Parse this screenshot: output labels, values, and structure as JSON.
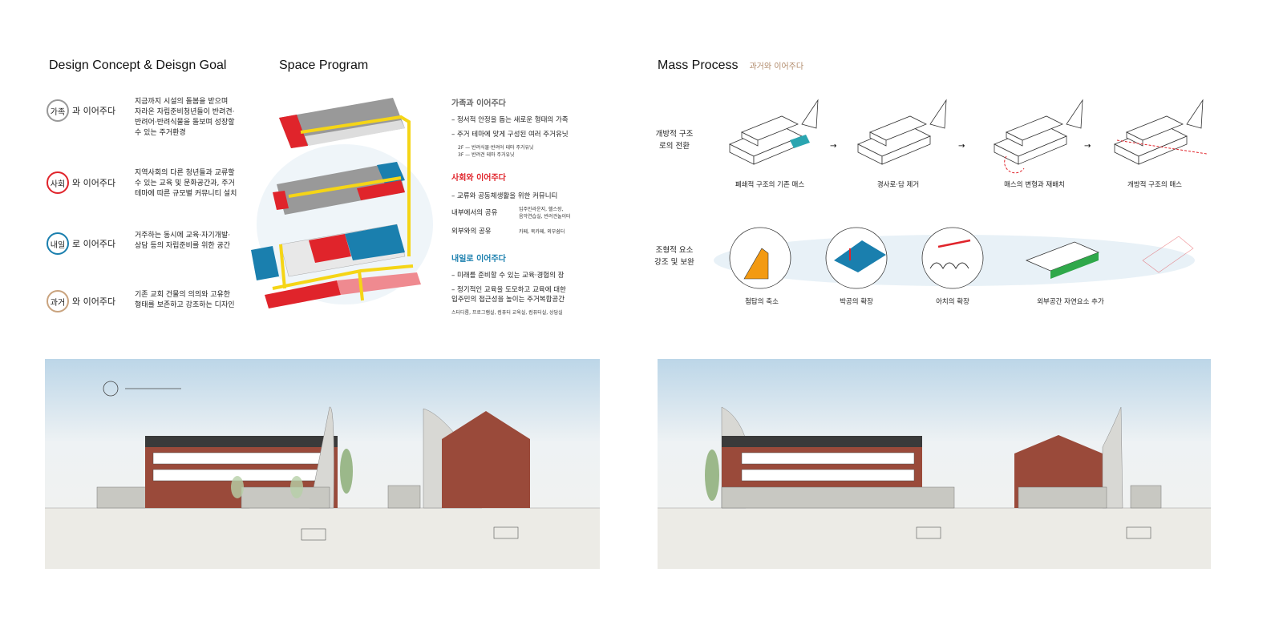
{
  "design_concept": {
    "title": "Design Concept & Deisgn Goal",
    "items": [
      {
        "tag": "가족",
        "suffix": "과 이어주다",
        "color": "#999999",
        "lines": [
          "지금까지  시설의  돌봄을  받으며",
          "자라온 자립준비청년들이 반려견·",
          "반려어·반려식물을 돌보며 성장할",
          "수 있는 주거환경"
        ]
      },
      {
        "tag": "사회",
        "suffix": "와 이어주다",
        "color": "#e0242b",
        "lines": [
          "지역사회의 다른 청년들과 교류할",
          "수 있는 교육 및 문화공간과, 주거",
          "테마에 따른 규모별 커뮤니티 설치"
        ]
      },
      {
        "tag": "내일",
        "suffix": "로 이어주다",
        "color": "#1a7fae",
        "lines": [
          "거주하는  동시에  교육·자기개발·",
          "상담 등의 자립준비를 위한 공간"
        ]
      },
      {
        "tag": "과거",
        "suffix": "와 이어주다",
        "color": "#c9a37e",
        "lines": [
          "기존  교회  건물의  의의와  고유한",
          "형태를 보존하고 강조하는 디자인"
        ]
      }
    ]
  },
  "space_program": {
    "title": "Space Program",
    "family": {
      "head": "가족과 이어주다",
      "lines": [
        "– 정서적 안정을 돕는 새로운 형태의 가족",
        "– 주거 테마에 맞게 구성된 여러 주거유닛"
      ],
      "small": [
        "2F  —  반려식물·반려어 테마 주거유닛",
        "3F  —  반려견 테마 주거유닛"
      ]
    },
    "society": {
      "head": "사회와 이어주다",
      "line": "– 교류와 공동체생활을 위한 커뮤니티",
      "inner_label": "내부에서의 공유",
      "inner_detail": [
        "입주민라운지, 헬스장,",
        "음악연습실, 반려견놀이터"
      ],
      "outer_label": "외부와의 공유",
      "outer_detail": "카페, 북카페, 외부쉼터"
    },
    "tomorrow": {
      "head": "내일로 이어주다",
      "lines": [
        "– 미래를 준비할 수 있는 교육·경험의 장",
        "– 정기적인 교육을 도모하고 교육에 대한",
        "   입주민의 접근성을 높이는 주거복합공간"
      ],
      "small": "스터디룸, 프로그램실, 컴퓨터 교육실, 컴퓨터실, 상담실"
    }
  },
  "mass_process": {
    "title": "Mass Process",
    "subtitle": "과거와 이어주다",
    "row1_label": [
      "개방적 구조",
      "로의 전환"
    ],
    "row1_captions": [
      "폐쇄적 구조의 기존 매스",
      "경사로·담 제거",
      "매스의 변형과 재배치",
      "개방적 구조의 매스"
    ],
    "row2_label": [
      "조형적 요소",
      "강조 및 보완"
    ],
    "row2_captions": [
      "첨탑의 축소",
      "박공의 확장",
      "아치의 확장",
      "외부공간 자연요소 추가"
    ]
  },
  "colors": {
    "red": "#e0242b",
    "blue": "#1a7fae",
    "yellow": "#f5d516",
    "gray": "#9a9a9a",
    "brick": "#9a4a3a",
    "roof": "#3a3a3a"
  }
}
